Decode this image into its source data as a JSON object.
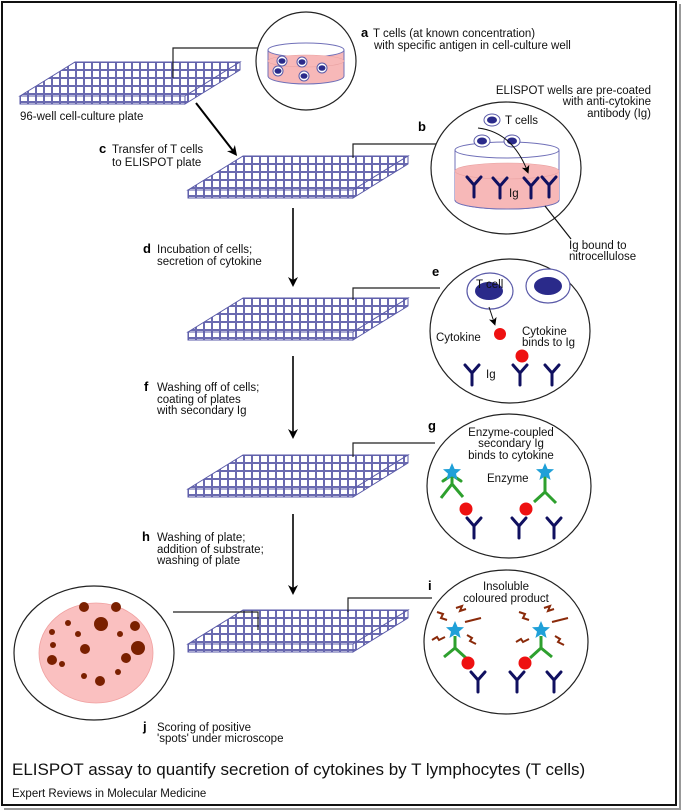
{
  "title": "ELISPOT assay to quantify secretion of cytokines by T lymphocytes (T cells)",
  "source": "Expert Reviews in Molecular Medicine",
  "colors": {
    "plate": "#5a5aa8",
    "cell_nucleus": "#2a2a8a",
    "medium": "#f7b8b8",
    "antibody": "#101060",
    "cytokine": "#ee1111",
    "secondary_antibody": "#2ea02e",
    "enzyme": "#1fa0d8",
    "product": "#8a2a0a",
    "spot": "#7a2000"
  },
  "plates": [
    {
      "id": "culture-plate",
      "label": "96-well cell-culture plate"
    },
    {
      "id": "plate-c"
    },
    {
      "id": "plate-e"
    },
    {
      "id": "plate-g"
    },
    {
      "id": "plate-i"
    }
  ],
  "steps": {
    "a": {
      "letter": "a",
      "lines": [
        "T cells (at known concentration)",
        "with specific antigen in cell-culture well"
      ]
    },
    "b": {
      "letter": "b",
      "header": [
        "ELISPOT wells are pre-coated",
        "with anti-cytokine",
        "antibody (Ig)"
      ],
      "tcells": "T cells",
      "ig": "Ig",
      "bound": [
        "Ig bound to",
        "nitrocellulose"
      ]
    },
    "c": {
      "letter": "c",
      "lines": [
        "Transfer of T cells",
        "to ELISPOT plate"
      ]
    },
    "d": {
      "letter": "d",
      "lines": [
        "Incubation of cells;",
        "secretion of cytokine"
      ]
    },
    "e": {
      "letter": "e",
      "tcell": "T cell",
      "cytokine": "Cytokine",
      "binds": [
        "Cytokine",
        "binds to Ig"
      ],
      "ig": "Ig"
    },
    "f": {
      "letter": "f",
      "lines": [
        "Washing off of cells;",
        "coating of plates",
        "with secondary Ig"
      ]
    },
    "g": {
      "letter": "g",
      "lines": [
        "Enzyme-coupled",
        "secondary Ig",
        "binds to cytokine"
      ],
      "enzyme": "Enzyme"
    },
    "h": {
      "letter": "h",
      "lines": [
        "Washing of plate;",
        "addition of substrate;",
        "washing of plate"
      ]
    },
    "i": {
      "letter": "i",
      "lines": [
        "Insoluble",
        "coloured product"
      ]
    },
    "j": {
      "letter": "j",
      "lines": [
        "Scoring of positive",
        "'spots' under microscope"
      ]
    }
  }
}
